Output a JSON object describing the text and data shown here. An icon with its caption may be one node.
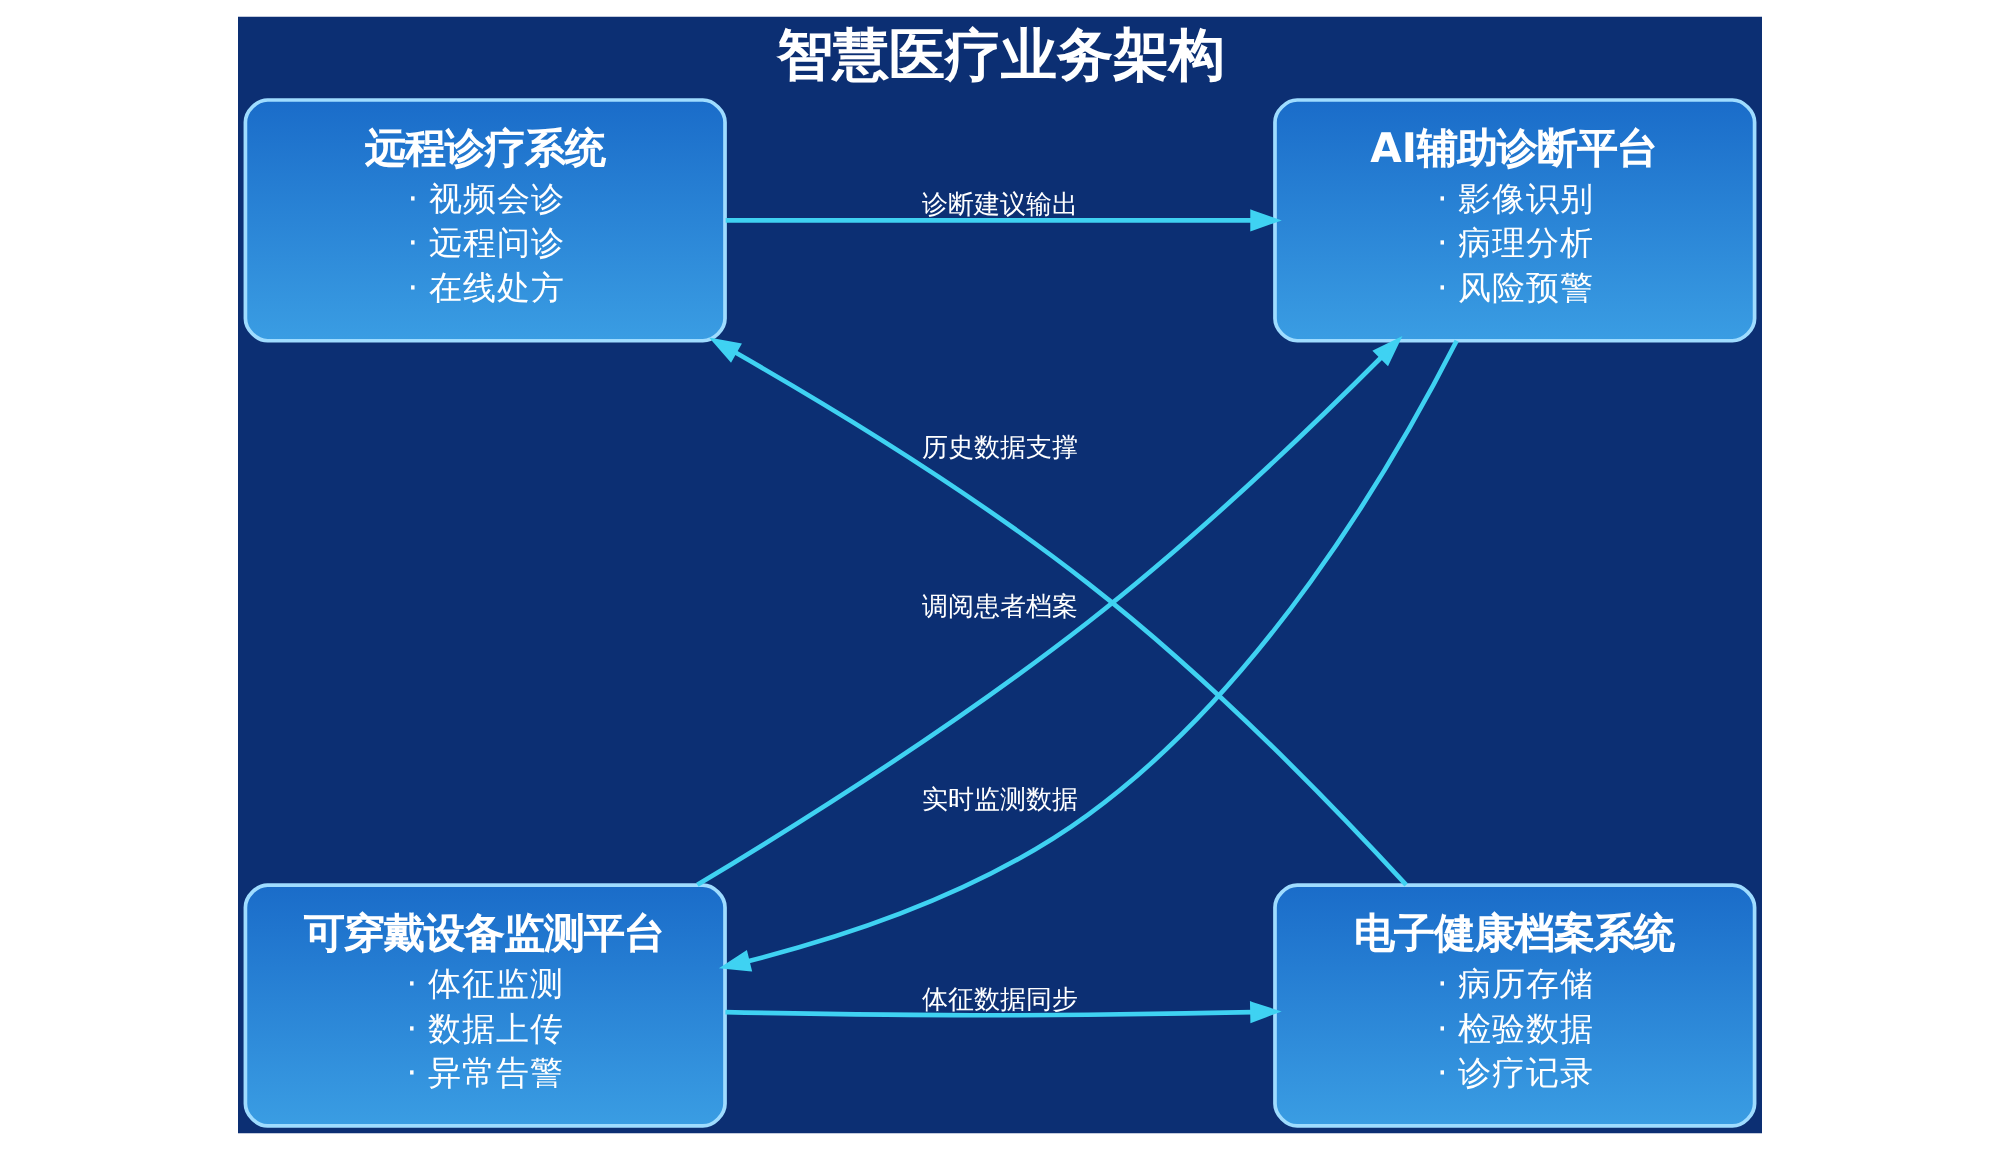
{
  "diagram": {
    "title": "智慧医疗业务架构",
    "nodes": [
      {
        "text": [
          "远程诊疗系统",
          "· 视频会诊",
          "· 远程问诊",
          "· 在线处方"
        ]
      },
      {
        "text": [
          "AI辅助诊断平台",
          "· 影像识别",
          "· 病理分析",
          "· 风险预警"
        ]
      },
      {
        "text": [
          "可穿戴设备监测平台",
          "· 体征监测",
          "· 数据上传",
          "· 异常告警"
        ]
      },
      {
        "text": [
          "电子健康档案系统",
          "· 病历存储",
          "· 检验数据",
          "· 诊疗记录"
        ]
      }
    ],
    "edges": [
      {
        "from": 0,
        "to": 1,
        "arrow": "to",
        "label": "诊断建议输出"
      },
      {
        "from": 2,
        "to": 1,
        "arrow": "to",
        "label": "调阅患者档案"
      },
      {
        "from": 1,
        "to": 2,
        "arrow": "to",
        "label": "实时监测数据"
      },
      {
        "from": 3,
        "to": 0,
        "arrow": "to",
        "label": "历史数据支撑"
      },
      {
        "from": 2,
        "to": 3,
        "arrow": "to",
        "label": "体征数据同步"
      }
    ]
  }
}
